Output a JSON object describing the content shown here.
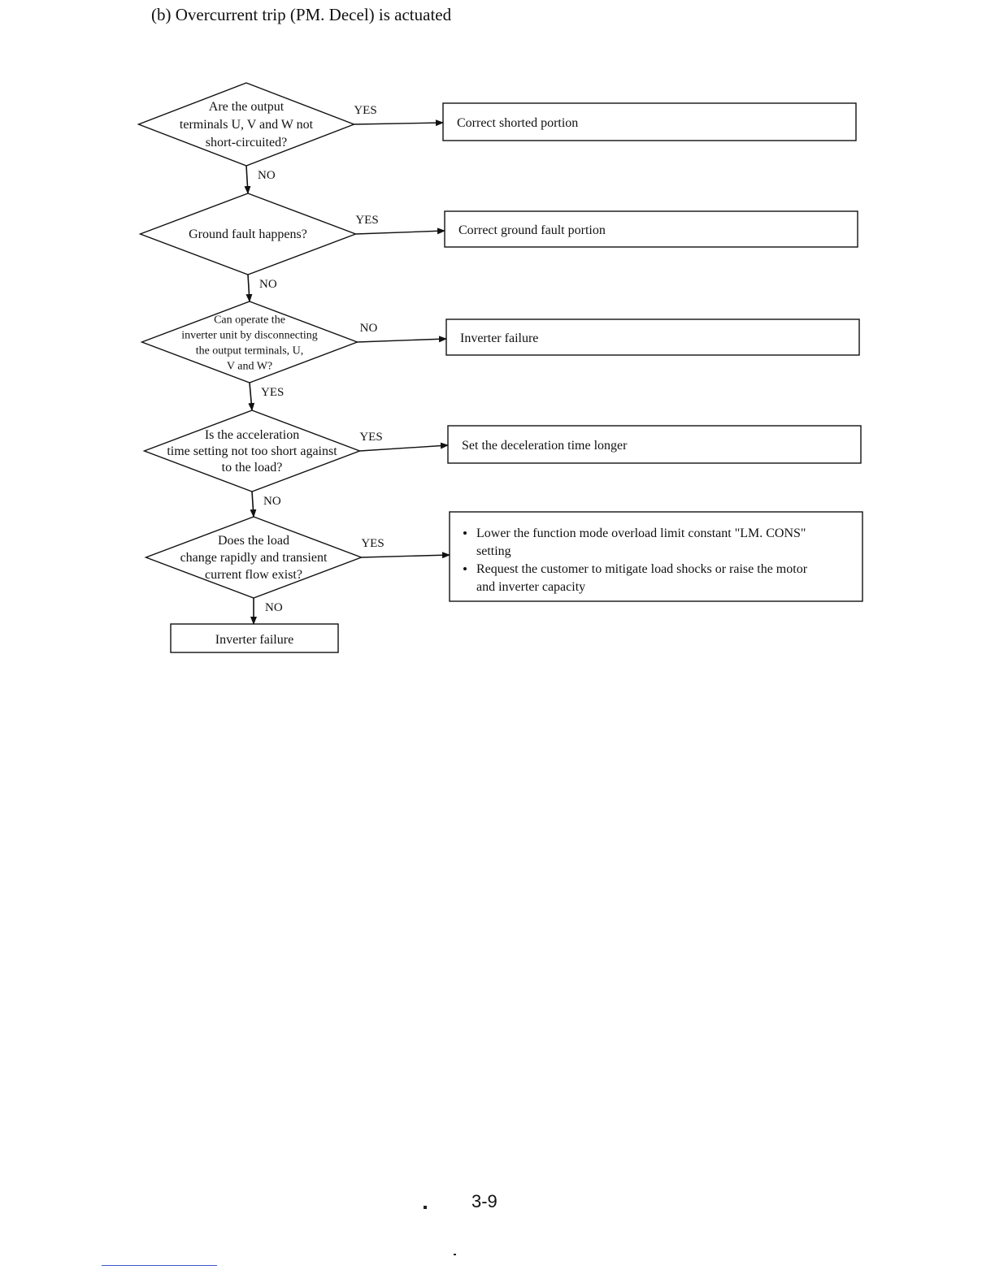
{
  "title": "(b) Overcurrent trip (PM. Decel) is actuated",
  "decisions": [
    {
      "lines": [
        "Are the output",
        "terminals U, V and W not",
        "short-circuited?"
      ],
      "branch_label": "YES",
      "down_label": "NO"
    },
    {
      "lines": [
        "Ground fault happens?"
      ],
      "branch_label": "YES",
      "down_label": "NO"
    },
    {
      "lines": [
        "Can operate the",
        "inverter unit by disconnecting",
        "the output terminals, U,",
        "V and W?"
      ],
      "branch_label": "NO",
      "down_label": "YES"
    },
    {
      "lines": [
        "Is the acceleration",
        "time setting not too short against",
        "to the load?"
      ],
      "branch_label": "YES",
      "down_label": "NO"
    },
    {
      "lines": [
        "Does the load",
        "change rapidly and transient",
        "current flow exist?"
      ],
      "branch_label": "YES",
      "down_label": "NO"
    }
  ],
  "actions": [
    {
      "lines": [
        "Correct shorted portion"
      ]
    },
    {
      "lines": [
        "Correct ground fault portion"
      ]
    },
    {
      "lines": [
        "Inverter failure"
      ]
    },
    {
      "lines": [
        "Set the deceleration time longer"
      ]
    },
    {
      "bullets": [
        [
          "Lower the function mode overload limit constant \"LM. CONS\"",
          "setting"
        ],
        [
          "Request the customer to mitigate load shocks or raise the motor",
          "and inverter capacity"
        ]
      ]
    }
  ],
  "terminal": "Inverter failure",
  "page_number": "3-9"
}
